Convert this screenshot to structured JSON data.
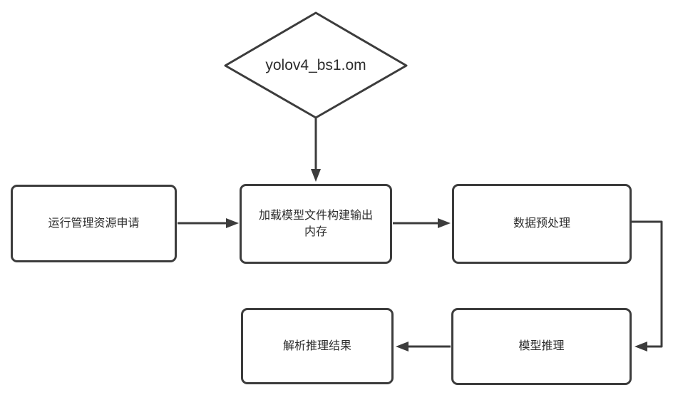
{
  "diagram": {
    "type": "flowchart",
    "background_color": "#ffffff",
    "stroke_color": "#3c3c3c",
    "text_color": "#2d2d2d",
    "nodes": {
      "model_file": {
        "label": "yolov4_bs1.om",
        "shape": "diamond"
      },
      "resource_request": {
        "label": "运行管理资源申请",
        "shape": "rect"
      },
      "load_model": {
        "label": "加载模型文件构建输出内存",
        "shape": "rect"
      },
      "preprocess": {
        "label": "数据预处理",
        "shape": "rect"
      },
      "parse_result": {
        "label": "解析推理结果",
        "shape": "rect"
      },
      "inference": {
        "label": "模型推理",
        "shape": "rect"
      }
    },
    "edges": [
      {
        "from": "model_file",
        "to": "load_model",
        "direction": "down"
      },
      {
        "from": "resource_request",
        "to": "load_model",
        "direction": "right"
      },
      {
        "from": "load_model",
        "to": "preprocess",
        "direction": "right"
      },
      {
        "from": "preprocess",
        "to": "inference",
        "direction": "right-down-left"
      },
      {
        "from": "inference",
        "to": "parse_result",
        "direction": "left"
      }
    ]
  }
}
